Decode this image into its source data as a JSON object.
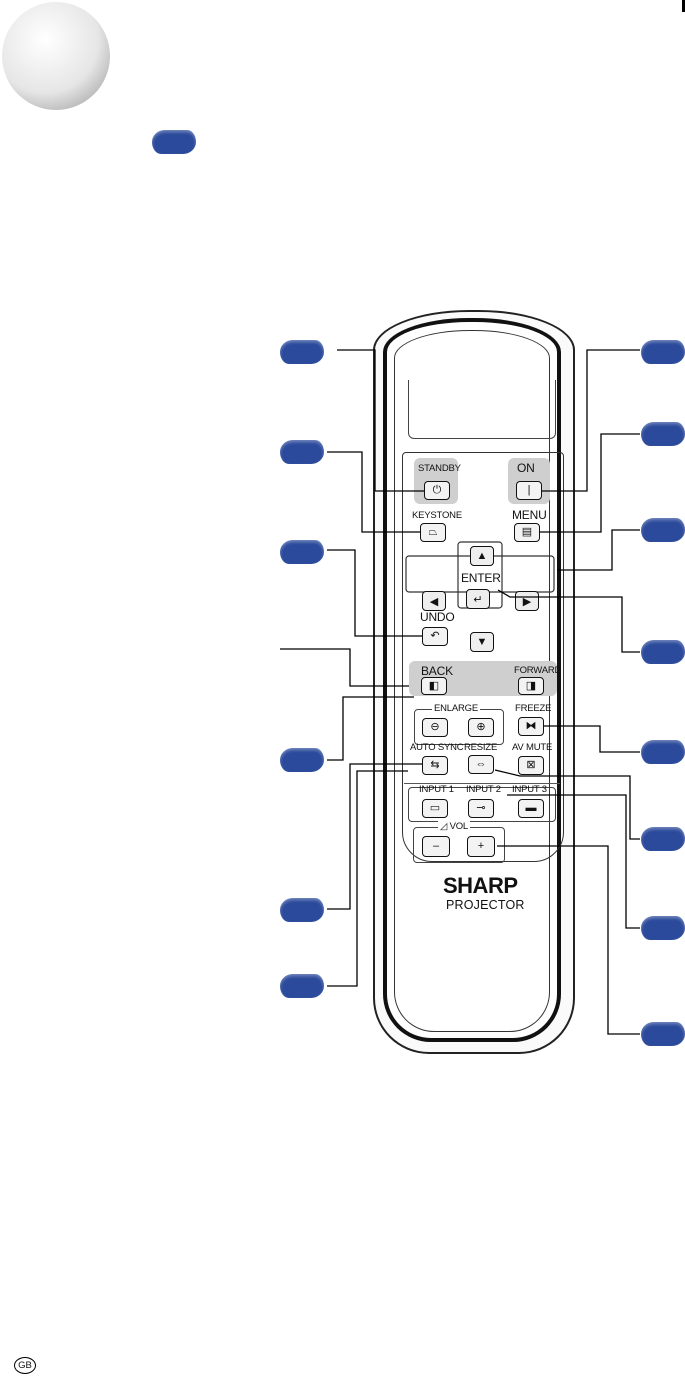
{
  "remote": {
    "standby": "STANDBY",
    "on": "ON",
    "keystone": "KEYSTONE",
    "menu": "MENU",
    "enter": "ENTER",
    "undo": "UNDO",
    "back": "BACK",
    "forward": "FORWARD",
    "enlarge": "ENLARGE",
    "freeze": "FREEZE",
    "auto_sync": "AUTO SYNC",
    "resize": "RESIZE",
    "av_mute": "AV MUTE",
    "input1": "INPUT 1",
    "input2": "INPUT 2",
    "input3": "INPUT 3",
    "vol": "VOL",
    "brand": "SHARP",
    "model": "PROJECTOR",
    "on_symbol": "|",
    "minus_symbol": "–",
    "plus_symbol": "+"
  },
  "footer": {
    "region_badge": "GB"
  },
  "colors": {
    "callout_tag": "#2b4a9b",
    "button_box": "#cfcfcf"
  }
}
